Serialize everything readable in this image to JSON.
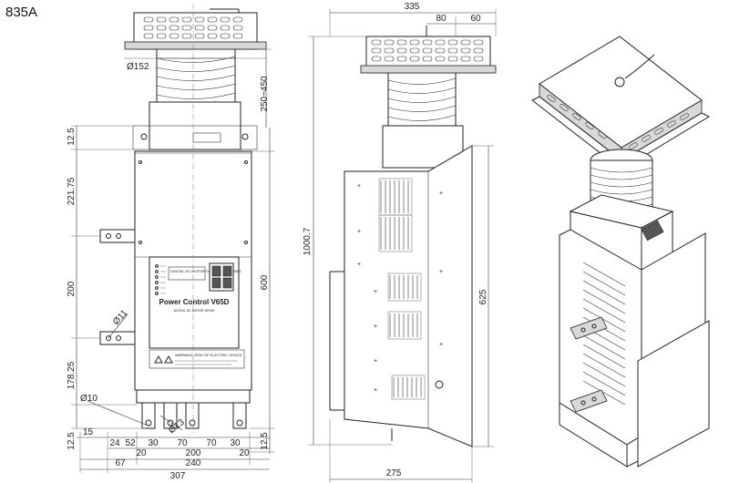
{
  "model": "835A",
  "front": {
    "dims_top": [
      "Ø152",
      "250~450"
    ],
    "dims_left": [
      "12.5",
      "221.75",
      "200",
      "178.25",
      "12.5"
    ],
    "dims_right": [
      "600",
      "12.5"
    ],
    "dims_holes": [
      "Ø11",
      "Ø10",
      "Ø13"
    ],
    "dims_bottom_row1": [
      "15",
      "24",
      "52",
      "30",
      "70",
      "70",
      "30"
    ],
    "dims_bottom_row2": [
      "20",
      "200",
      "20"
    ],
    "dims_bottom_row3": [
      "67",
      "240"
    ],
    "dims_bottom_row4": [
      "307"
    ],
    "panel_title": "Power Control V65D",
    "panel_subtitle": "DIGITAL DC MOTOR CONTROLLER V65D",
    "panel_caption": "DIGITAL DC MOTOR DRIVE",
    "warning_text": "WARNING: RISK OF ELECTRIC SHOCK"
  },
  "side": {
    "dims_top": [
      "335",
      "80",
      "60"
    ],
    "dims_left": [
      "1000.7"
    ],
    "dims_right": [
      "625"
    ],
    "dims_bottom": [
      "275"
    ]
  }
}
